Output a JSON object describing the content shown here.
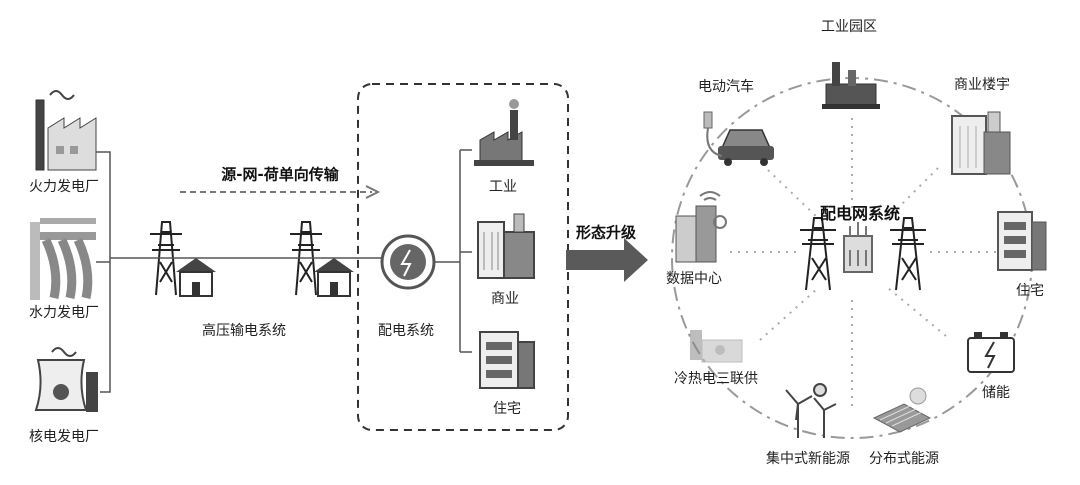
{
  "power_plants": {
    "thermal": "火力发电厂",
    "hydro": "水力发电厂",
    "nuclear": "核电发电厂"
  },
  "transmission": {
    "flow_label": "源-网-荷单向传输",
    "high_voltage": "高压输电系统"
  },
  "distribution": {
    "label": "配电系统",
    "loads": [
      "工业",
      "商业",
      "住宅"
    ]
  },
  "upgrade_label": "形态升级",
  "network": {
    "center": "配电网系统",
    "nodes": {
      "industrial_park": "工业园区",
      "ev": "电动汽车",
      "commercial_building": "商业楼宇",
      "data_center": "数据中心",
      "residential": "住宅",
      "cchp": "冷热电三联供",
      "storage": "储能",
      "centralized_renewable": "集中式新能源",
      "distributed_renewable": "分布式能源"
    }
  }
}
